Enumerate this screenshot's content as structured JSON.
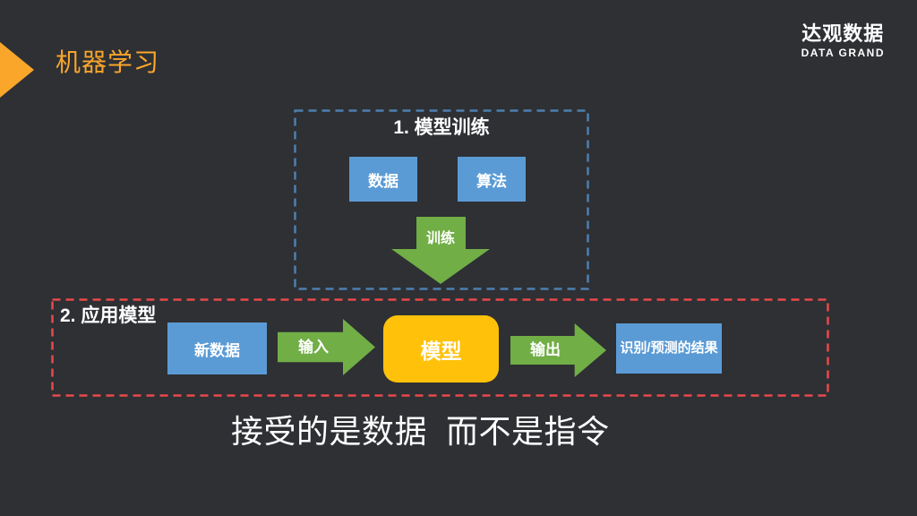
{
  "slide_title": "机器学习",
  "logo": {
    "name_cn": "达观数据",
    "name_en": "DATA GRAND"
  },
  "training": {
    "label": "1. 模型训练",
    "inputs": [
      "数据",
      "算法"
    ],
    "arrow_label": "训练"
  },
  "application": {
    "label": "2. 应用模型",
    "new_data": "新数据",
    "input_arrow": "输入",
    "model": "模型",
    "output_arrow": "输出",
    "result": "识别/预测的结果"
  },
  "caption": "接受的是数据  而不是指令",
  "colors": {
    "background": "#2E3034",
    "accent_orange": "#F9A62B",
    "box_blue": "#5B9BD5",
    "arrow_green": "#71AE46",
    "model_yellow": "#FFC10A",
    "frame_red_dashed": "#E9494B",
    "frame_blue_dashed": "#4E7FAE",
    "text_white": "#FFFFFF"
  }
}
